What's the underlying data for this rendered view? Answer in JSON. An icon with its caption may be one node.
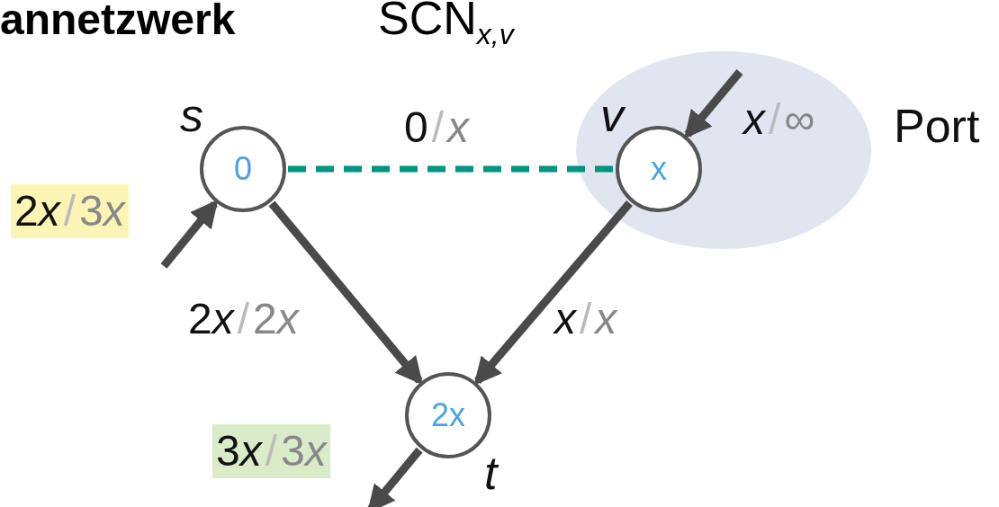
{
  "diagram": {
    "title": "annetzwerk",
    "nodes": [
      {
        "text": [
          "0"
        ],
        "beside": [
          "s"
        ]
      },
      {
        "text": [
          "Port"
        ]
      },
      {
        "text": [
          "x"
        ],
        "beside": [
          "v"
        ],
        "in": 1
      },
      {
        "text": [
          "2x"
        ],
        "beside": [
          "t"
        ]
      }
    ],
    "edges": [
      {
        "from": 0,
        "to": 2,
        "arrow": "none",
        "label": "0/x",
        "style": "dashed",
        "color": "#00967d"
      },
      {
        "from": 0,
        "to": 3,
        "arrow": "to",
        "label": "2x/2x"
      },
      {
        "from": 2,
        "to": 3,
        "arrow": "to",
        "label": "x/x"
      },
      {
        "from": null,
        "to": 0,
        "arrow": "to",
        "label": "2x/3x"
      },
      {
        "from": null,
        "to": 2,
        "arrow": "to",
        "label": "x/∞"
      },
      {
        "from": 3,
        "to": null,
        "arrow": "to",
        "label": "3x/3x"
      }
    ],
    "labels": [
      "SCN$_{x,v}$"
    ]
  }
}
